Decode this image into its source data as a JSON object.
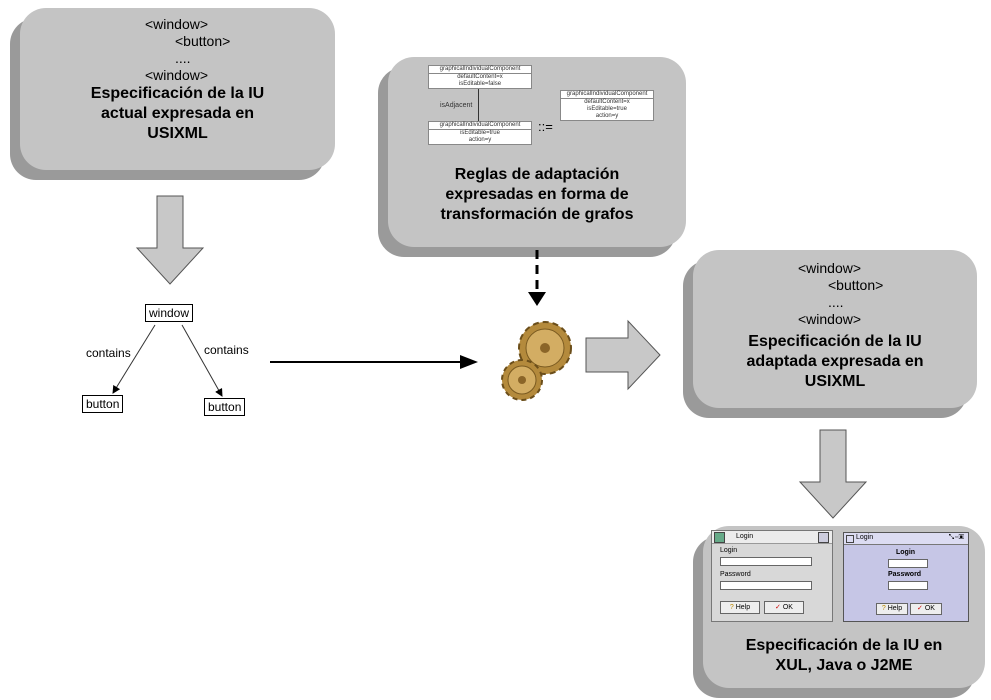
{
  "box1": {
    "code": [
      "<window>",
      "<button>",
      "....",
      "<window>"
    ],
    "title": [
      "Especificación de la IU",
      "actual expresada en",
      "USIXML"
    ]
  },
  "rules_box": {
    "top_component": {
      "header": "graphicalIndividualComponent",
      "rows": [
        "defaultContent=x",
        "isEditable=false"
      ]
    },
    "edge_label": "isAdjacent",
    "bottom_component": {
      "header": "graphicalIndividualComponent",
      "rows": [
        "isEditable=true",
        "action=y"
      ]
    },
    "operator": "::=",
    "right_component": {
      "header": "graphicalIndividualComponent",
      "rows": [
        "defaultContent=x",
        "isEditable=true",
        "action=y"
      ]
    },
    "title": [
      "Reglas de adaptación",
      "expresadas en forma de",
      "transformación de grafos"
    ]
  },
  "graph": {
    "root": "window",
    "left_edge": "contains",
    "right_edge": "contains",
    "left_child": "button",
    "right_child": "button"
  },
  "box2": {
    "code": [
      "<window>",
      "<button>",
      "....",
      "<window>"
    ],
    "title": [
      "Especificación de la IU",
      "adaptada expresada en",
      "USIXML"
    ]
  },
  "box3": {
    "xul": {
      "tab": "Login",
      "login_label": "Login",
      "password_label": "Password",
      "help": "Help",
      "ok": "OK"
    },
    "java": {
      "window_title": "Login",
      "login_label": "Login",
      "password_label": "Password",
      "help": "Help",
      "ok": "OK"
    },
    "title": [
      "Especificación de la IU en",
      "XUL, Java o J2ME"
    ]
  },
  "colors": {
    "box_fill": "#c4c4c4",
    "box_shadow": "#9a9a9a",
    "arrow_fill": "#c8c8c8",
    "gear": "#b48a3c"
  }
}
